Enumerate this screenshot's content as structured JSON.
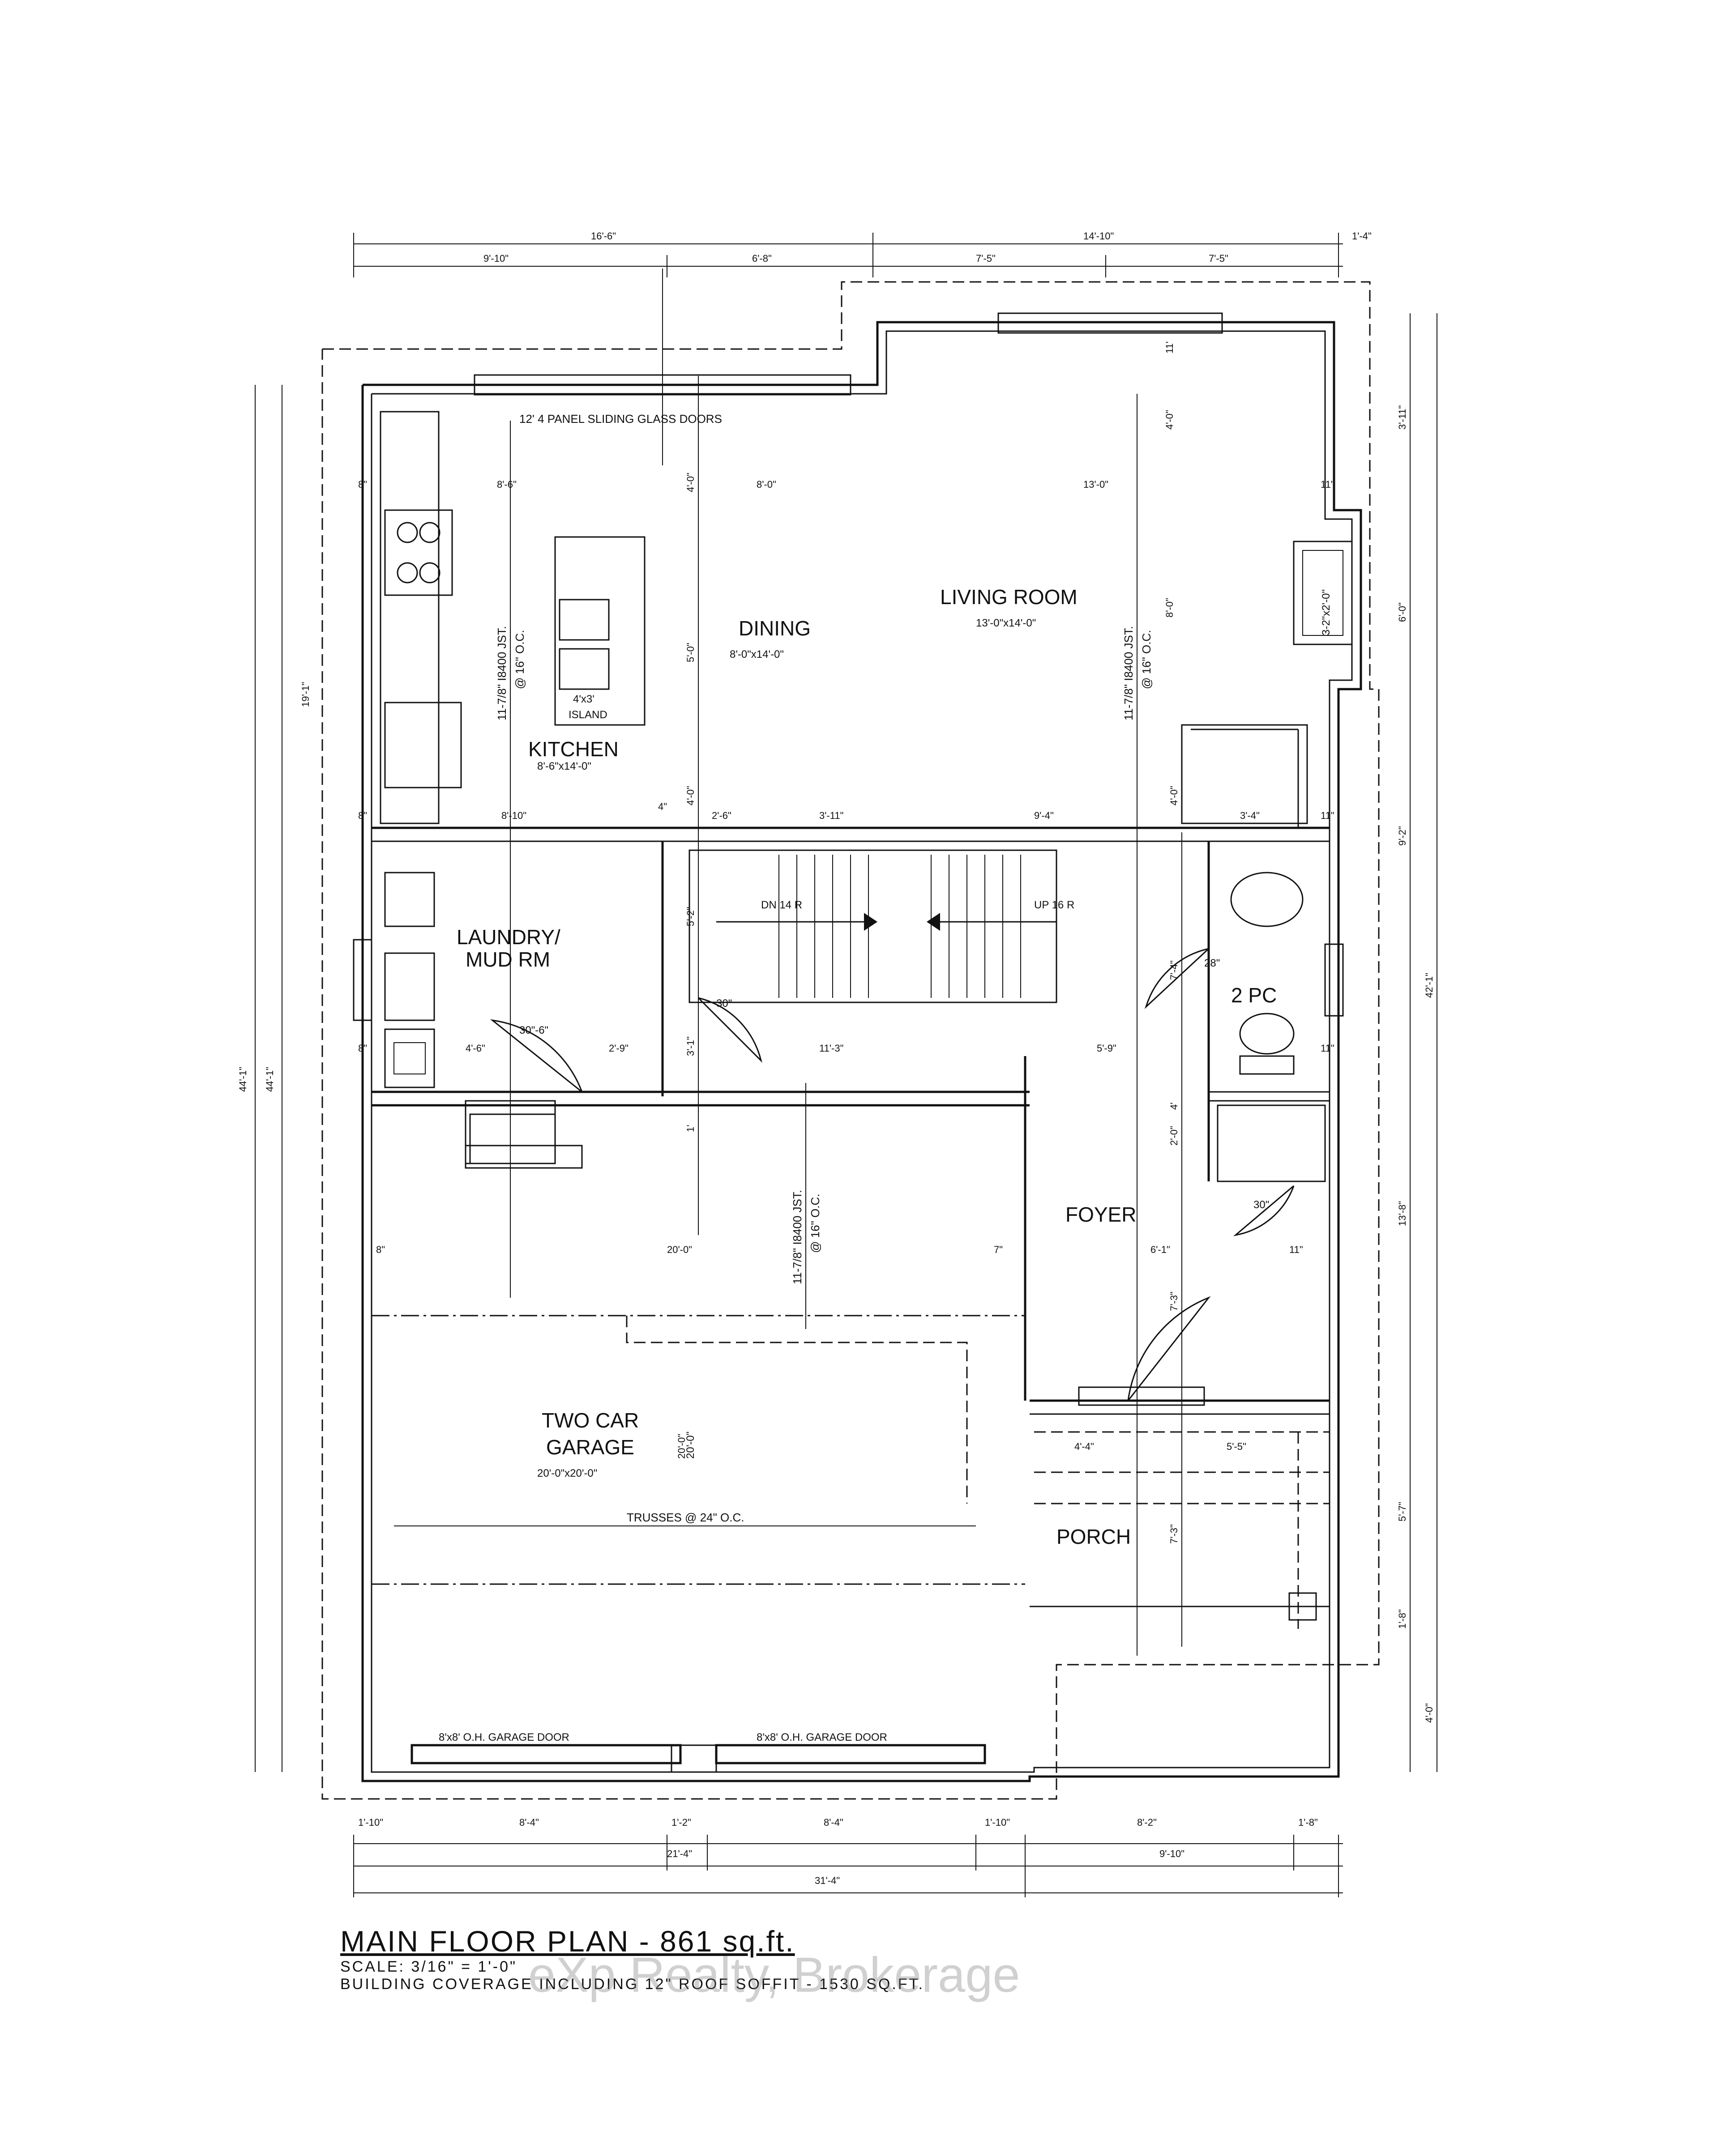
{
  "plan": {
    "caption_title": "MAIN FLOOR PLAN - 861 sq.ft.",
    "caption_scale": "SCALE: 3/16\" = 1'-0\"",
    "caption_coverage": "BUILDING COVERAGE INCLUDING 12\" ROOF SOFFIT - 1530 SQ.FT.",
    "watermark": "eXp Realty, Brokerage"
  },
  "rooms": {
    "kitchen": "KITCHEN",
    "kitchen_size": "8'-6\"x14'-0\"",
    "dining": "DINING",
    "dining_size": "8'-0\"x14'-0\"",
    "living": "LIVING ROOM",
    "living_size": "13'-0\"x14'-0\"",
    "laundry": "LAUNDRY/",
    "laundry2": "MUD RM",
    "powder": "2 PC",
    "foyer": "FOYER",
    "garage": "TWO CAR",
    "garage2": "GARAGE",
    "garage_size": "20'-0\"x20'-0\"",
    "porch": "PORCH",
    "island": "4'x3'",
    "island2": "ISLAND"
  },
  "notes": {
    "sliding_doors": "12' 4 PANEL SLIDING GLASS DOORS",
    "joist_kitchen": "11-7/8\" I8400 JST.",
    "joist_kitchen2": "@ 16\" O.C.",
    "joist_living": "11-7/8\" I8400 JST.",
    "joist_living2": "@ 16\" O.C.",
    "joist_garage": "11-7/8\" I8400 JST.",
    "joist_garage2": "@ 16\" O.C.",
    "trusses": "TRUSSES @ 24\" O.C.",
    "garage_door_left": "8'x8' O.H. GARAGE DOOR",
    "garage_door_right": "8'x8' O.H. GARAGE DOOR",
    "stair_dn": "DN 14 R",
    "stair_up": "UP 16 R",
    "fireplace": "3-2\"x2'-0\"",
    "door_30_a": "30\"",
    "door_28": "28\"",
    "door_30_b": "30\"",
    "door_30_c": "30\"-6\"",
    "garage_depth": "20'-0\""
  },
  "dims": {
    "top_total_left": "16'-6\"",
    "top_total_right": "14'-10\"",
    "top_right_step": "1'-4\"",
    "top_a": "9'-10\"",
    "top_b": "6'-8\"",
    "top_c": "7'-5\"",
    "top_d": "7'-5\"",
    "row_a": "8'-6\"",
    "row_b": "8'-0\"",
    "row_c": "13'-0\"",
    "row_a_l": "8\"",
    "row_c_r": "11\"",
    "mid_a": "8'-10\"",
    "mid_b": "4\"",
    "mid_c": "2'-6\"",
    "mid_d": "3'-11\"",
    "mid_e": "9'-4\"",
    "mid_f": "3'-4\"",
    "mid_l": "8\"",
    "mid_r": "11\"",
    "low_a": "4'-6\"",
    "low_b": "2'-9\"",
    "low_c": "11'-3\"",
    "low_d": "5'-9\"",
    "low_l": "8\"",
    "low_r": "11\"",
    "gar_a": "20'-0\"",
    "gar_l": "8\"",
    "gar_r": "7\"",
    "foyer_a": "6'-1\"",
    "foyer_r": "11\"",
    "porch_a": "4'-4\"",
    "porch_b": "5'-5\"",
    "bot_a": "1'-10\"",
    "bot_b": "8'-4\"",
    "bot_c": "1'-2\"",
    "bot_d": "8'-4\"",
    "bot_e": "1'-10\"",
    "bot_f": "8'-2\"",
    "bot_g": "1'-8\"",
    "bot_sub_a": "21'-4\"",
    "bot_sub_b": "9'-10\"",
    "bot_total": "31'-4\"",
    "left_a": "19'-1\"",
    "left_b": "44'-1\"",
    "left_c": "44'-1\"",
    "right_a": "3'-11\"",
    "right_b": "6'-0\"",
    "right_c": "9'-2\"",
    "right_d": "42'-1\"",
    "right_e": "13'-8\"",
    "right_f": "5'-7\"",
    "right_g": "1'-8\"",
    "right_h": "4'-0\"",
    "v_a": "4'-0\"",
    "v_b": "5'-0\"",
    "v_c": "4'-0\"",
    "v_d": "4'-0\"",
    "v_e": "8'-0\"",
    "v_f": "4'-0\"",
    "v_g": "5'-2\"",
    "v_h": "3'-1\"",
    "v_i": "7'-4\"",
    "v_j": "2'-0\"",
    "v_k": "4'",
    "v_l": "7'-3\"",
    "v_m": "20'-0\"",
    "v_n": "11'",
    "v_o": "1'",
    "v_p": "7'-3\""
  }
}
